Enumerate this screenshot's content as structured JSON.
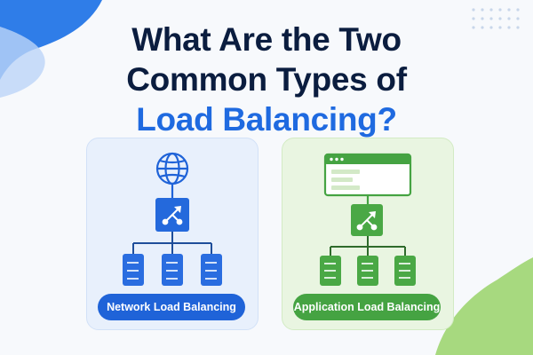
{
  "title": {
    "line1": "What Are the Two",
    "line2": "Common Types of",
    "line3": "Load Balancing?"
  },
  "colors": {
    "title_dark": "#0b1d3f",
    "accent_blue": "#1f6ae0",
    "accent_green": "#45a342"
  },
  "cards": [
    {
      "id": "network",
      "label": "Network Load Balancing",
      "top_icon": "globe-icon",
      "middle_icon": "load-balancer-icon",
      "bottom_icons": [
        "server-icon",
        "server-icon",
        "server-icon"
      ]
    },
    {
      "id": "application",
      "label": "Application Load Balancing",
      "top_icon": "browser-window-icon",
      "middle_icon": "load-balancer-icon",
      "bottom_icons": [
        "server-icon",
        "server-icon",
        "server-icon"
      ]
    }
  ]
}
